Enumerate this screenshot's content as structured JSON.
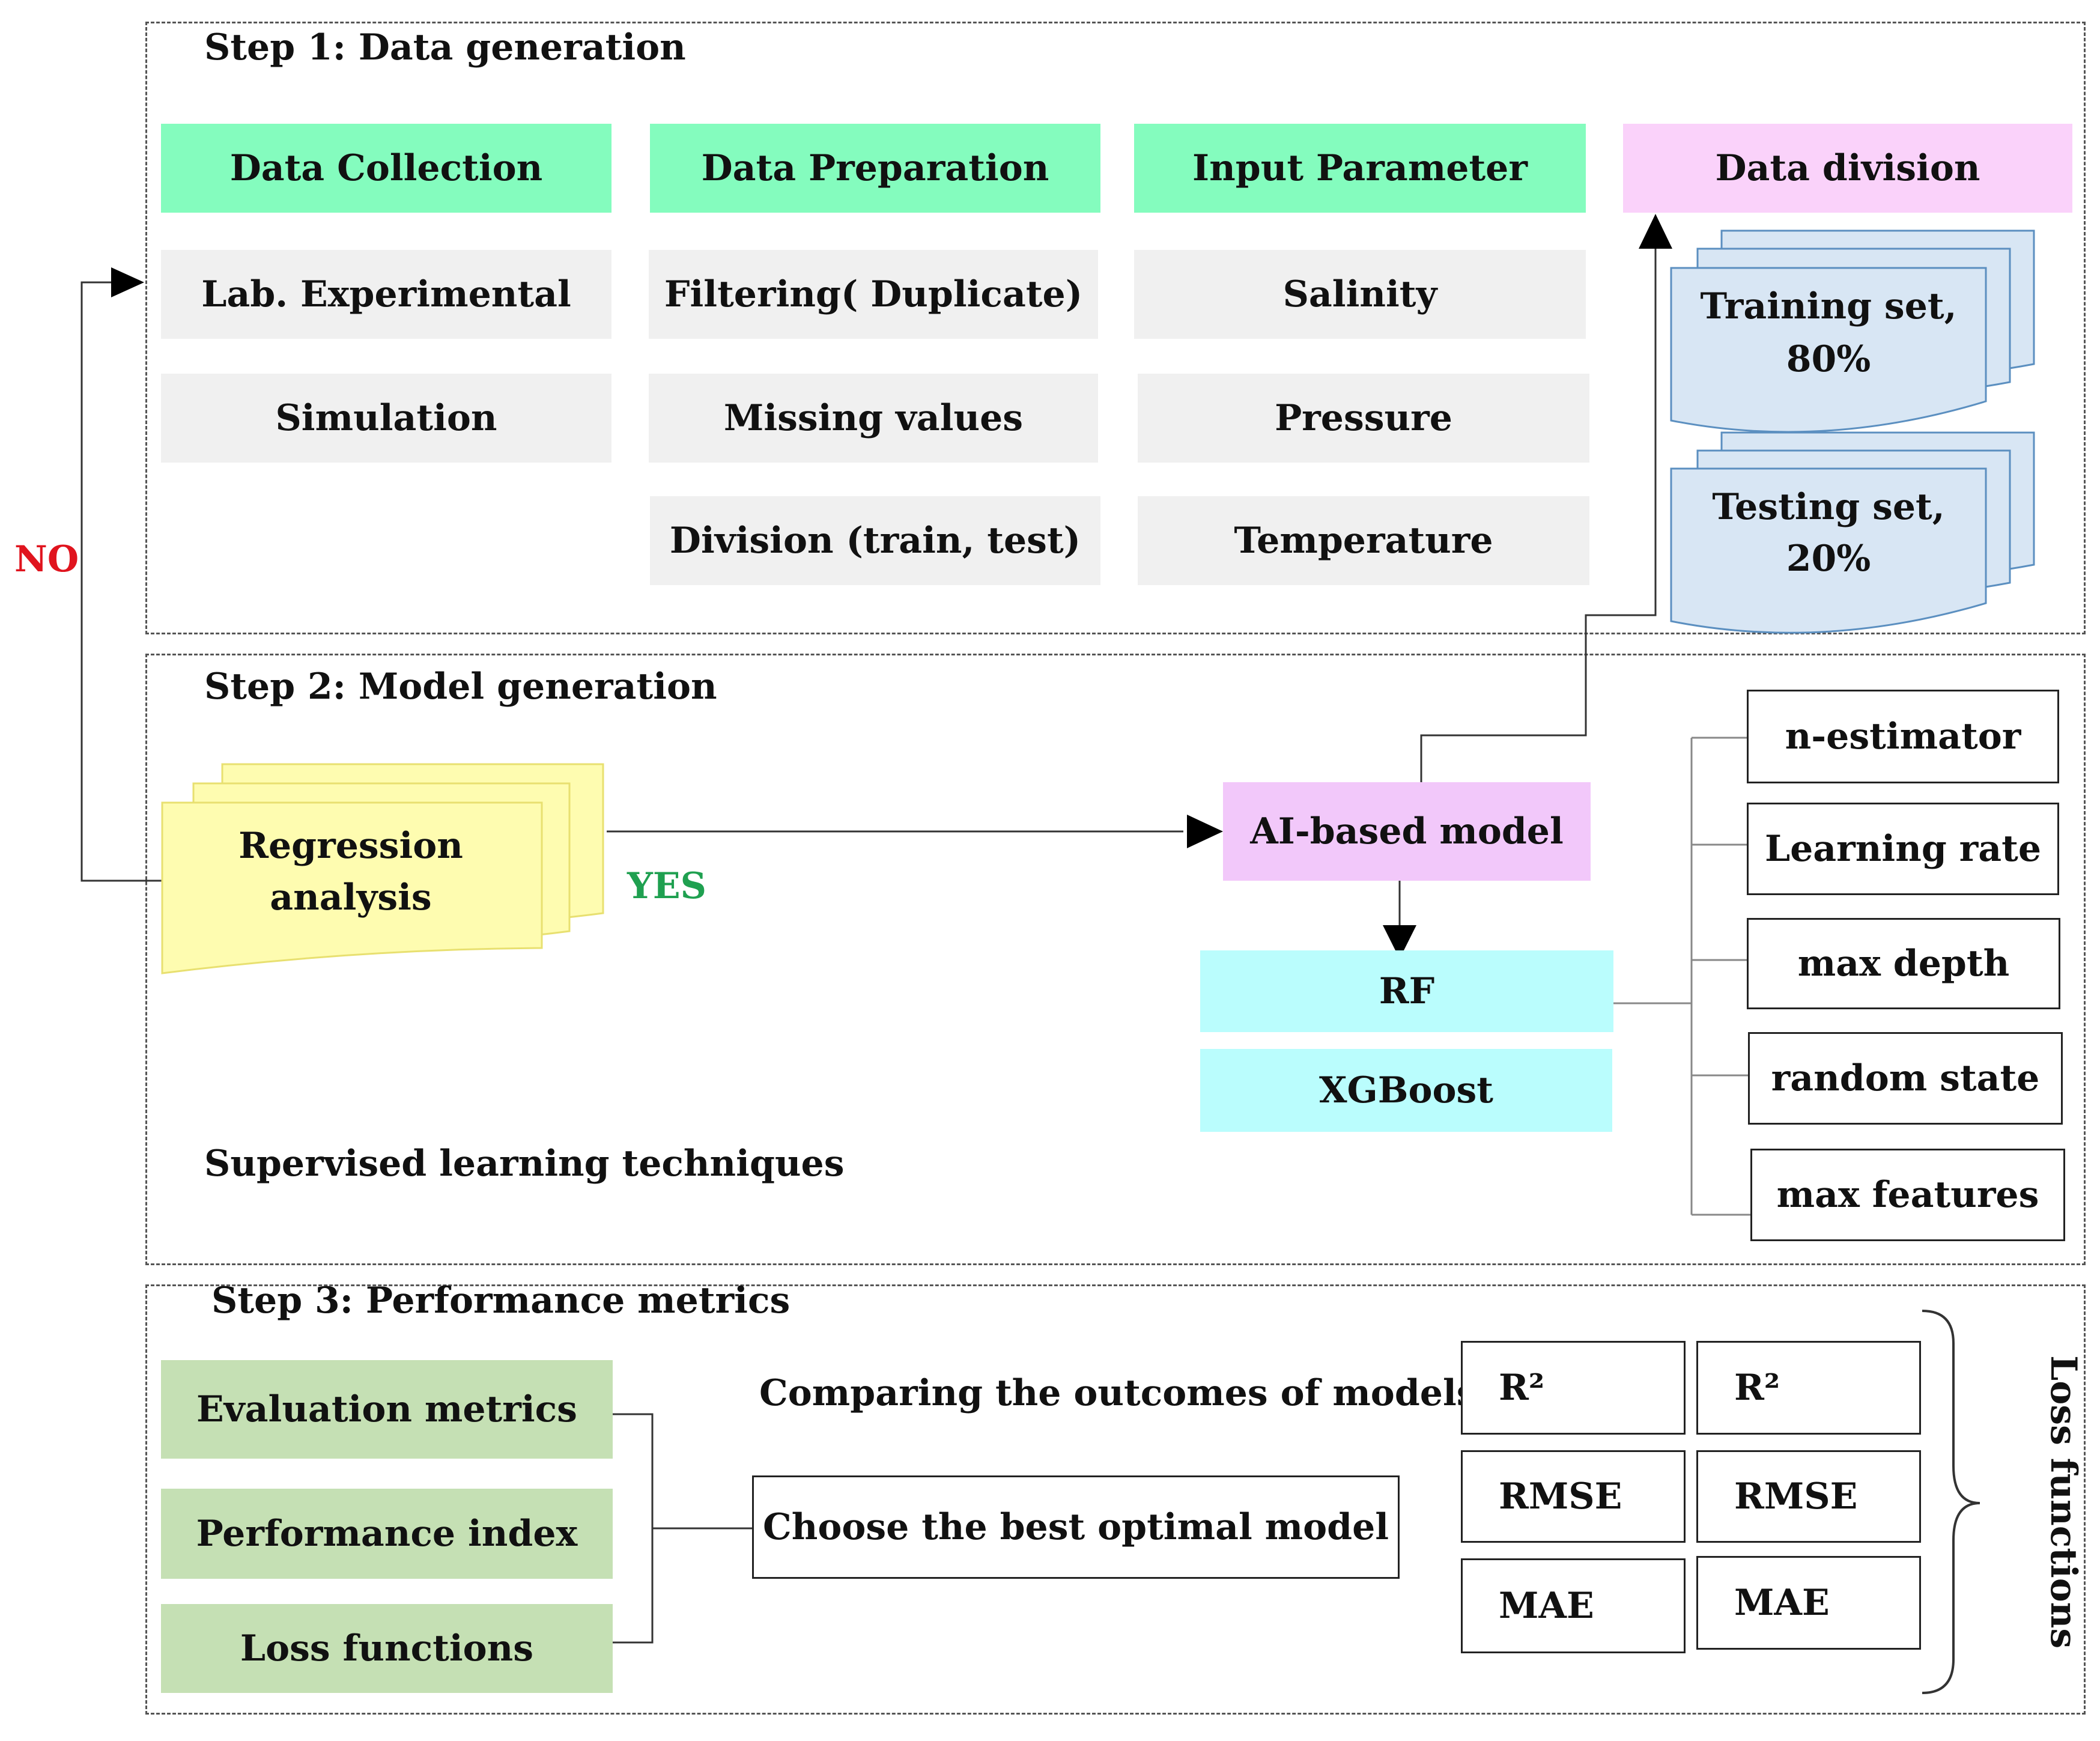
{
  "step1": {
    "title": "Step 1: Data generation",
    "headers": [
      "Data Collection",
      "Data Preparation",
      "Input Parameter",
      "Data division"
    ],
    "collection_items": [
      "Lab. Experimental",
      "Simulation"
    ],
    "preparation_items": [
      "Filtering( Duplicate)",
      "Missing values",
      "Division (train, test)"
    ],
    "parameter_items": [
      "Salinity",
      "Pressure",
      "Temperature"
    ],
    "training_doc": [
      "Training set,",
      "80%"
    ],
    "testing_doc": [
      "Testing set,",
      "20%"
    ]
  },
  "step2": {
    "title": "Step 2: Model generation",
    "regression_doc": [
      "Regression",
      "analysis"
    ],
    "yes_label": "YES",
    "no_label": "NO",
    "ai_model": "AI-based model",
    "models": [
      "RF",
      "XGBoost"
    ],
    "hyperparameters": [
      "n-estimator",
      "Learning rate",
      "max depth",
      "random state",
      "max features"
    ],
    "footnote": "Supervised learning techniques"
  },
  "step3": {
    "title": "Step 3: Performance metrics",
    "left_items": [
      "Evaluation metrics",
      "Performance index",
      "Loss functions"
    ],
    "compare_label": "Comparing the outcomes of models",
    "choose_label": "Choose the best optimal model",
    "metrics_col1": [
      "R²",
      "RMSE",
      "MAE"
    ],
    "metrics_col2": [
      "R²",
      "RMSE",
      "MAE"
    ],
    "brace_label": "Loss functions"
  },
  "colors": {
    "header_green": "#84fcbe",
    "item_gray": "#f0f0f0",
    "division_pink": "#fad2fa",
    "doc_blue": "#d8e6f4",
    "doc_yellow": "#fefcb0",
    "model_cyan": "#bafdfd",
    "metric_sage": "#c5e0b4",
    "no_red": "#e0141e",
    "yes_green": "#1fa050"
  }
}
